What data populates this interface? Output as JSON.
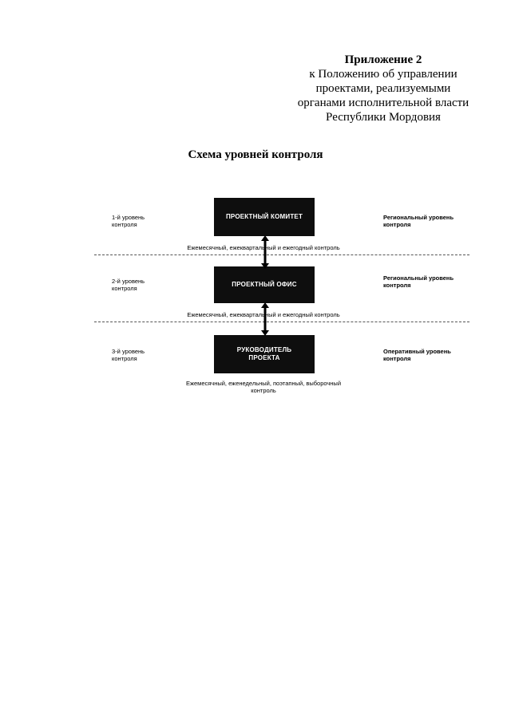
{
  "appendix": {
    "title": "Приложение 2",
    "lines": [
      "к Положению об управлении",
      "проектами, реализуемыми",
      "органами  исполнительной власти",
      "Республики Мордовия"
    ]
  },
  "scheme_title": "Схема уровней контроля",
  "levels": [
    {
      "left_label": [
        "1-й уровень",
        "контроля"
      ],
      "box": [
        "ПРОЕКТНЫЙ КОМИТЕТ"
      ],
      "right_label": [
        "Региональный уровень",
        "контроля"
      ]
    },
    {
      "left_label": [
        "2-й уровень",
        "контроля"
      ],
      "box": [
        "ПРОЕКТНЫЙ ОФИС"
      ],
      "right_label": [
        "Региональный уровень",
        "контроля"
      ]
    },
    {
      "left_label": [
        "3-й уровень",
        "контроля"
      ],
      "box": [
        "РУКОВОДИТЕЛЬ",
        "ПРОЕКТА"
      ],
      "right_label": [
        "Оперативный уровень",
        "контроля"
      ]
    }
  ],
  "frequencies": [
    [
      "Ежемесячный, ежеквартальный и ежегодный контроль"
    ],
    [
      "Ежемесячный, ежеквартальный и ежегодный контроль"
    ],
    [
      "Ежемесячный, еженедельный, поэтапный, выборочный",
      "контроль"
    ]
  ]
}
